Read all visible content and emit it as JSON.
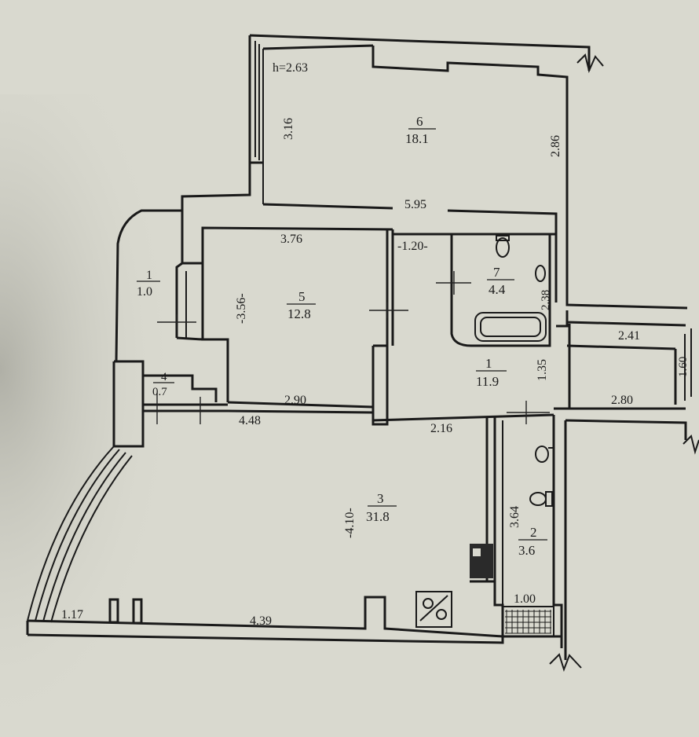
{
  "plan": {
    "ceiling_height": "h=2.63",
    "rooms": [
      {
        "num": "1",
        "area": "1.0"
      },
      {
        "num": "2",
        "area": "3.6"
      },
      {
        "num": "3",
        "area": "31.8"
      },
      {
        "num": "4",
        "area": "0.7"
      },
      {
        "num": "5",
        "area": "12.8"
      },
      {
        "num": "6",
        "area": "18.1"
      },
      {
        "num": "7",
        "area": "4.4"
      },
      {
        "num": "1",
        "area": "11.9"
      }
    ],
    "dimensions": {
      "d_3_16": "3.16",
      "d_2_86": "2.86",
      "d_5_95": "5.95",
      "d_3_76": "3.76",
      "d_1_20": "-1.20-",
      "d_3_56": "-3.56-",
      "d_2_38": "2.38",
      "d_2_41": "2.41",
      "d_1_60": "1.60",
      "d_1_35": "1.35",
      "d_2_90": "2.90",
      "d_4_48": "4.48",
      "d_2_16": "2.16",
      "d_2_80": "2.80",
      "d_4_10": "-4.10-",
      "d_3_64": "3.64",
      "d_1_00": "1.00",
      "d_1_17": "1.17",
      "d_4_39": "4.39"
    },
    "colors": {
      "paper": "#d9d9cf",
      "ink": "#1a1a1a"
    }
  }
}
